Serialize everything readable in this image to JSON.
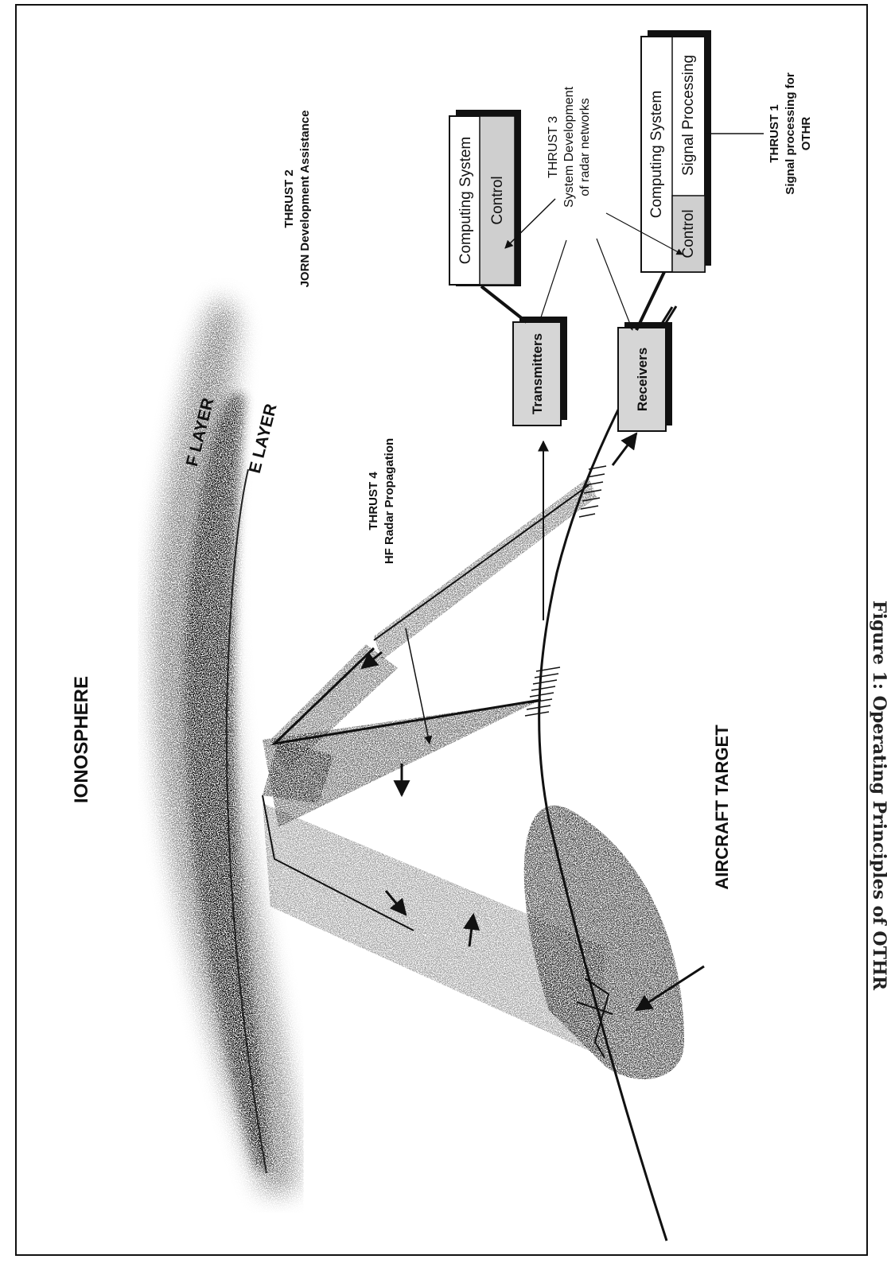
{
  "figure_title": "Figure 1: Operating Principles of OTHR",
  "labels": {
    "ionosphere": "IONOSPHERE",
    "f_layer": "F LAYER",
    "e_layer": "E LAYER",
    "aircraft_target": "AIRCRAFT TARGET",
    "thrust1_title": "THRUST 1",
    "thrust1_line1": "Signal processing for",
    "thrust1_line2": "OTHR",
    "thrust2_title": "THRUST 2",
    "thrust2_line1": "JORN Development Assistance",
    "thrust3_title": "THRUST 3",
    "thrust3_line1": "System Development",
    "thrust3_line2": "of  radar networks",
    "thrust4_title": "THRUST 4",
    "thrust4_line1": "HF Radar Propagation"
  },
  "boxes": {
    "transmitters": "Transmitters",
    "receivers": "Receivers",
    "tx_computing": "Computing System",
    "tx_control": "Control",
    "rx_computing": "Computing System",
    "rx_control": "Control",
    "rx_signal_processing": "Signal Processing"
  }
}
